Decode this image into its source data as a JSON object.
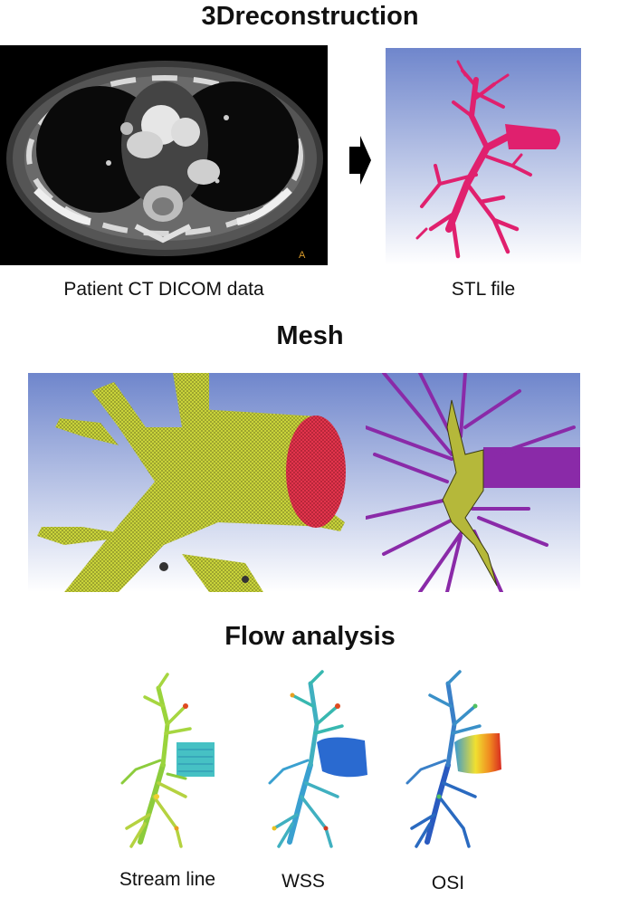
{
  "sections": {
    "reconstruction": {
      "title": "3Dreconstruction",
      "ct_caption": "Patient CT DICOM data",
      "ct_corner_mark": "A",
      "stl_caption": "STL file"
    },
    "mesh": {
      "title": "Mesh"
    },
    "flow": {
      "title": "Flow analysis",
      "panels": [
        {
          "caption": "Stream line"
        },
        {
          "caption": "WSS"
        },
        {
          "caption": "OSI"
        }
      ]
    }
  },
  "colors": {
    "stl_model": "#e0206e",
    "mesh_model": "#c9d33a",
    "mesh_outlet": "#e2344c",
    "extension_tubes": "#8a2aa8",
    "sky_top": "#6f86cc",
    "sky_bottom": "#ffffff"
  }
}
